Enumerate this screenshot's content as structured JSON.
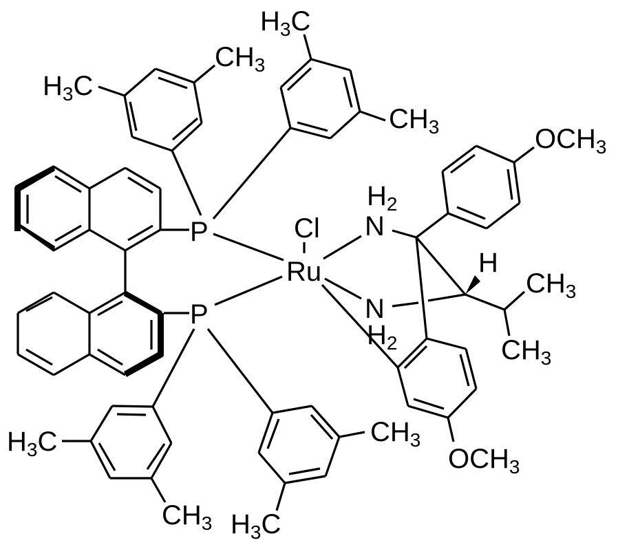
{
  "diagram": {
    "type": "chemical-structure",
    "compound": "RuCl(xylyl-BINAP)(DAIPEN) complex",
    "colors": {
      "background": "#ffffff",
      "ink": "#000000"
    },
    "atoms": {
      "ru": "Ru",
      "cl": "Cl",
      "p_upper": "P",
      "p_lower": "P",
      "n_upper": "N",
      "n_upper_h": "H",
      "n_upper_h_count": "2",
      "n_lower": "N",
      "n_lower_h": "H",
      "n_lower_h_count": "2",
      "stereo_h": "H"
    },
    "substituents": {
      "xyl1_left": {
        "main": "H",
        "sub": "3",
        "tail": "C"
      },
      "xyl1_right": {
        "main": "CH",
        "sub": "3"
      },
      "xyl2_top": {
        "main": "H",
        "sub": "3",
        "tail": "C"
      },
      "xyl2_right": {
        "main": "CH",
        "sub": "3"
      },
      "xyl3_left": {
        "main": "H",
        "sub": "3",
        "tail": "C"
      },
      "xyl3_bottom": {
        "main": "CH",
        "sub": "3"
      },
      "xyl4_right": {
        "main": "CH",
        "sub": "3"
      },
      "xyl4_bottom": {
        "main": "H",
        "sub": "3",
        "tail": "C"
      },
      "anisyl_upper_ome": {
        "main": "OCH",
        "sub": "3"
      },
      "anisyl_lower_ome": {
        "main": "OCH",
        "sub": "3"
      },
      "isopropyl_ch3_upper": {
        "main": "CH",
        "sub": "3"
      },
      "isopropyl_ch3_lower": {
        "main": "CH",
        "sub": "3"
      }
    }
  }
}
